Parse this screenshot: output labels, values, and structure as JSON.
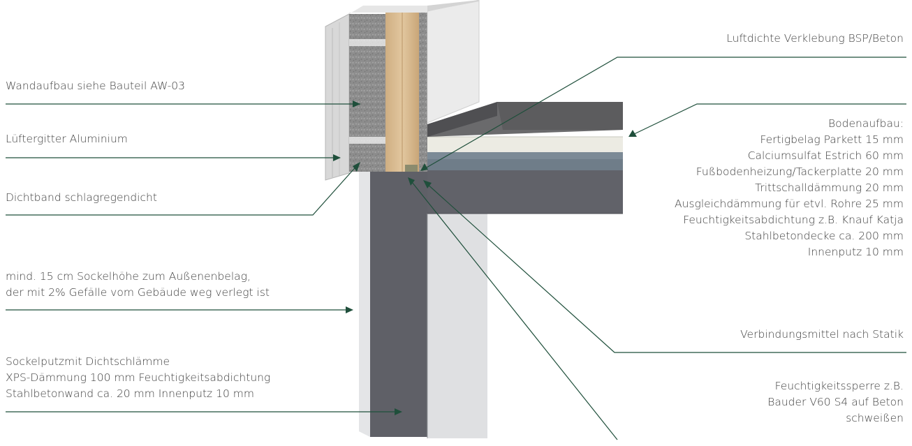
{
  "labels": {
    "wall_build_up": "Wandaufbau siehe Bauteil AW-03",
    "vent_grille": "Lüftergitter Aluminium",
    "sealing_tape": "Dichtband schlagregendicht",
    "plinth_height": [
      "mind. 15 cm Sockelhöhe zum Außenenbelag,",
      "der mit 2% Gefälle vom Gebäude weg verlegt ist"
    ],
    "plinth_layers": [
      "Sockelputzmit Dichtschlämme",
      "XPS-Dämmung 100 mm Feuchtigkeitsabdichtung",
      "Stahlbetonwand ca. 20 mm Innenputz 10 mm"
    ],
    "airtight_bonding": "Luftdichte Verklebung BSP/Beton",
    "floor_build_up": [
      "Bodenaufbau:",
      "Fertigbelag Parkett 15 mm",
      "Calciumsulfat Estrich 60 mm",
      "Fußbodenheizung/Tackerplatte 20 mm",
      "Trittschalldämmung 20 mm",
      "Ausgleichdämmung für etvl. Rohre 25 mm",
      "Feuchtigkeitsabdichtung z.B. Knauf Katja",
      "Stahlbetondecke ca. 200 mm",
      "Innenputz 10 mm"
    ],
    "fasteners": "Verbindungsmittel nach Statik",
    "moisture_barrier": [
      "Feuchtigkeitssperre z.B.",
      "Bauder V60 S4 auf Beton",
      "schweißen"
    ]
  },
  "colors": {
    "leader_lines": "#1f4f3b",
    "label_text": "#3f3f3f",
    "concrete_dark": "#5f6067",
    "concrete_light": "#dfe0e2",
    "insulation": "#8c8c8c",
    "timber": "#d8b98f",
    "screed": "#ecebe3",
    "floor_finish": "#6a6a6c",
    "impact_sound_layer": "#7c8a96"
  }
}
